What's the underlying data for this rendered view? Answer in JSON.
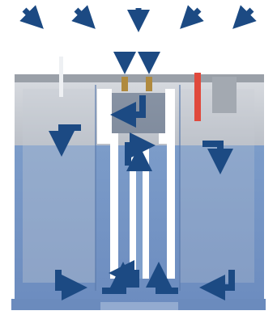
{
  "diagram": {
    "colors": {
      "arrow": "#1c4a83",
      "water": "#7f9fcb",
      "water_dark": "#6d8ec0",
      "tank_top": "#c9cdd3",
      "lid": "#8f949b",
      "red_pipe": "#e0493c",
      "white_plate": "#ffffff"
    },
    "arrows": {
      "top_row": [
        "down-right",
        "down-right",
        "down",
        "down-left",
        "down-left"
      ],
      "inlet": [
        "down",
        "down"
      ],
      "inner": [
        "down-turn",
        "left-turn",
        "up-turn-right",
        "down-turn-right",
        "up",
        "up"
      ],
      "bottom": [
        "down-turn-right",
        "right-turn-up",
        "up-turn-right",
        "left-turn-up",
        "left-turn"
      ]
    }
  }
}
